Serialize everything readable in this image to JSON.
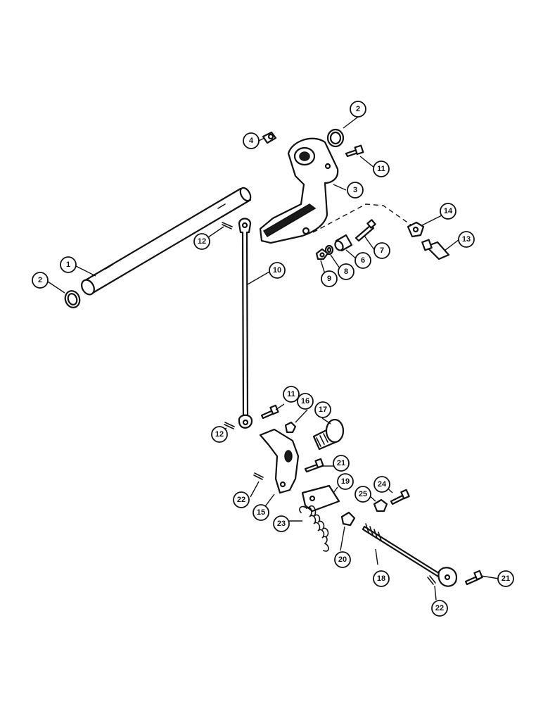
{
  "callouts": [
    {
      "id": "c1",
      "label": "1"
    },
    {
      "id": "c2a",
      "label": "2"
    },
    {
      "id": "c2b",
      "label": "2"
    },
    {
      "id": "c3",
      "label": "3"
    },
    {
      "id": "c4",
      "label": "4"
    },
    {
      "id": "c6",
      "label": "6"
    },
    {
      "id": "c7",
      "label": "7"
    },
    {
      "id": "c8",
      "label": "8"
    },
    {
      "id": "c9",
      "label": "9"
    },
    {
      "id": "c10",
      "label": "10"
    },
    {
      "id": "c11a",
      "label": "11"
    },
    {
      "id": "c11b",
      "label": "11"
    },
    {
      "id": "c12a",
      "label": "12"
    },
    {
      "id": "c12b",
      "label": "12"
    },
    {
      "id": "c13",
      "label": "13"
    },
    {
      "id": "c14",
      "label": "14"
    },
    {
      "id": "c15",
      "label": "15"
    },
    {
      "id": "c16",
      "label": "16"
    },
    {
      "id": "c17",
      "label": "17"
    },
    {
      "id": "c18",
      "label": "18"
    },
    {
      "id": "c19",
      "label": "19"
    },
    {
      "id": "c20",
      "label": "20"
    },
    {
      "id": "c21a",
      "label": "21"
    },
    {
      "id": "c21b",
      "label": "21"
    },
    {
      "id": "c22a",
      "label": "22"
    },
    {
      "id": "c22b",
      "label": "22"
    },
    {
      "id": "c23",
      "label": "23"
    },
    {
      "id": "c24",
      "label": "24"
    },
    {
      "id": "c25",
      "label": "25"
    }
  ]
}
